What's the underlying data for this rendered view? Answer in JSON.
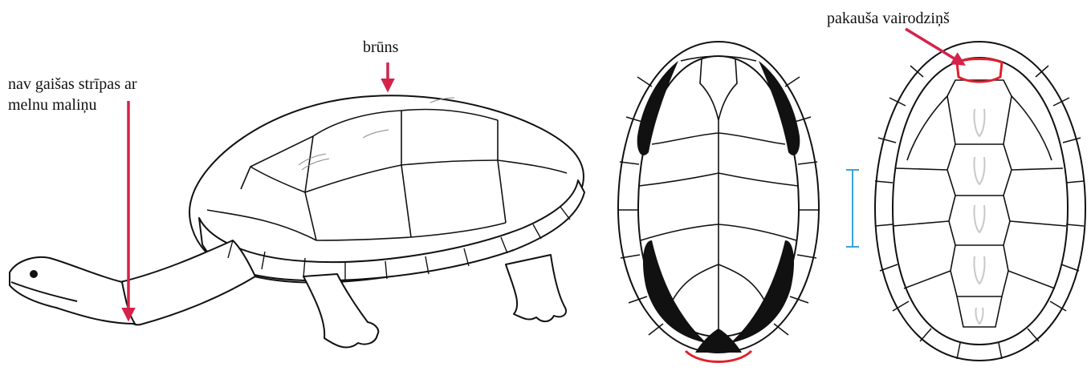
{
  "labels": {
    "brown": "brūns",
    "no_stripe_line1": "nav gaišas strīpas ar",
    "no_stripe_line2": "melnu maliņu",
    "nuchal_scute": "pakauša vairodziņš"
  },
  "colors": {
    "annotation_arrow": "#d4234a",
    "highlight_outline": "#e0202c",
    "scale_bar": "#3aa3d8",
    "line_art": "#111111",
    "seam_marks": "#c8c8c8"
  },
  "icons": {
    "turtle_side_view": "turtle-side-view-illustration",
    "plastron_view": "plastron-diagram",
    "carapace_view": "carapace-diagram",
    "scale_bar": "scale-bar-icon"
  }
}
